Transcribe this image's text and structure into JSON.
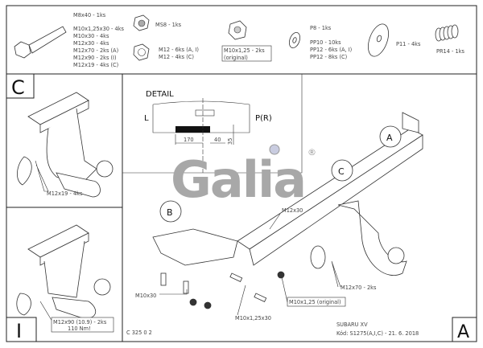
{
  "parts": {
    "bolts": [
      "M8x40 - 1ks",
      "M10x1,25x30 - 4ks",
      "M10x30 - 4ks",
      "M12x30 - 4ks",
      "M12x70 - 2ks (A)",
      "M12x90 - 2ks (I)",
      "M12x19 - 4ks (C)"
    ],
    "nut_ms8": "MS8 - 1ks",
    "nuts_m12": [
      "M12 - 6ks (A, I)",
      "M12 - 4ks (C)"
    ],
    "flange_nut": [
      "M10x1,25 - 2ks",
      "(original)"
    ],
    "washers": [
      "P8 - 1ks",
      "PP10 - 10ks",
      "PP12 - 6ks (A, I)",
      "PP12 - 8ks (C)"
    ],
    "washer_p11": "P11 - 4ks",
    "spring": "PR14 - 1ks"
  },
  "panels": {
    "c": {
      "label": "C",
      "callout": "M12x19 - 4ks"
    },
    "i": {
      "label": "I",
      "callout": [
        "M12x90 (10.9) - 2ks",
        "110 Nm!"
      ]
    },
    "a": {
      "label": "A"
    }
  },
  "detail": {
    "title": "DETAIL",
    "left": "L",
    "right": "P(R)",
    "dim_170": "170",
    "dim_40": "40",
    "dim_35": "35"
  },
  "logo": {
    "text": "Galia",
    "mark": "®"
  },
  "main": {
    "callout_a": "A",
    "callout_b": "B",
    "callout_c": "C",
    "m12x30": "M12x30",
    "m10x30": "M10x30",
    "m10x125x30": "M10x1,25x30",
    "m10x125_orig": "M10x1,25 (original)",
    "m12x70": "M12x70 - 2ks"
  },
  "footer": {
    "drawing_no": "C 325 0 2",
    "vehicle": "SUBARU XV",
    "code": "Kód: S1275(A,I,C) - 21. 6. 2018"
  }
}
